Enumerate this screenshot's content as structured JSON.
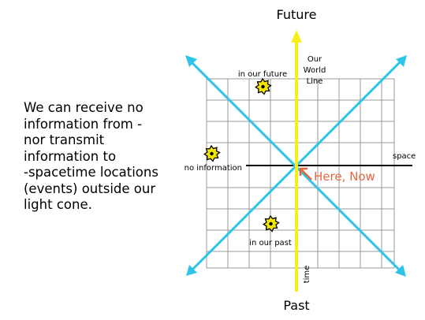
{
  "explanation": {
    "lines": [
      "We can receive no",
      "information from -",
      "nor transmit",
      "information to",
      "-spacetime locations",
      "(events) outside our",
      "light cone."
    ]
  },
  "diagram": {
    "future_label": "Future",
    "past_label": "Past",
    "world_line_label": [
      "Our",
      "World",
      "Line"
    ],
    "space_label": "space",
    "time_label": "time",
    "here_now_label": "Here, Now",
    "future_region_label": "in our future",
    "no_information_label": "no information",
    "past_region_label": "in our past"
  },
  "colors": {
    "grid": "#999999",
    "light_cone": "#2ec4e8",
    "world_line": "#f5ee1a",
    "axis_arrow": "#f5ee1a",
    "here_now": "#e8663e",
    "event_star": "#f2e600",
    "text": "#000000"
  }
}
